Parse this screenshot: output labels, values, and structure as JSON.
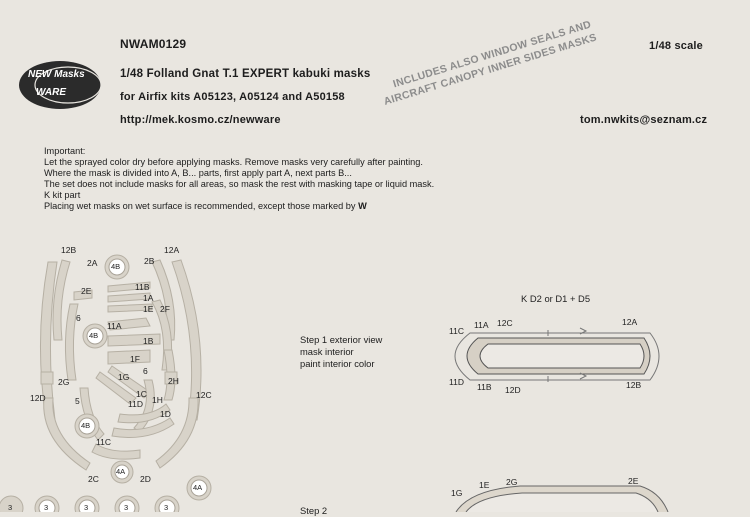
{
  "header": {
    "code": "NWAM0129",
    "title": "1/48 Folland Gnat T.1 EXPERT kabuki masks",
    "kits": "for Airfix kits A05123, A05124 and A50158",
    "url": "http://mek.kosmo.cz/newware",
    "scale": "1/48 scale",
    "email": "tom.nwkits@seznam.cz",
    "stamp_line1": "INCLUDES ALSO WINDOW SEALS AND",
    "stamp_line2": "AIRCRAFT CANOPY INNER SIDES MASKS"
  },
  "logo": {
    "line1": "NEW Masks",
    "line2": "WARE"
  },
  "important": {
    "heading": "Important:",
    "lines": [
      "Let the sprayed color dry before applying masks. Remove masks very carefully after painting.",
      "Where the mask is divided into A, B... parts, first apply part A, next parts B...",
      "The set does not include masks for all areas, so mask the rest with masking tape or liquid mask.",
      "K kit part"
    ],
    "wet_line": "Placing wet masks on wet surface is recommended, except those marked by",
    "wet_mark": "W"
  },
  "sheet_labels": {
    "l12B": "12B",
    "l12A": "12A",
    "l2A": "2A",
    "l4B_top": "4B",
    "l2B": "2B",
    "l2E": "2E",
    "l11B": "11B",
    "l1A": "1A",
    "l1E": "1E",
    "l2F": "2F",
    "l6a": "6",
    "l4B_mid": "4B",
    "l11A": "11A",
    "l1B": "1B",
    "l1F": "1F",
    "l6b": "6",
    "l1G": "1G",
    "l2G": "2G",
    "l2H": "2H",
    "l12D": "12D",
    "l5": "5",
    "l1C": "1C",
    "l1H": "1H",
    "l11D": "11D",
    "l12C": "12C",
    "l1D": "1D",
    "l4B_low": "4B",
    "l11C": "11C",
    "l4A_mid": "4A",
    "l2C": "2C",
    "l2D": "2D",
    "l4A_right": "4A",
    "c3a": "3",
    "c3b": "3",
    "c3c": "3",
    "c3d": "3",
    "c3e": "3"
  },
  "step1": {
    "title": "Step 1 exterior view",
    "line2": "mask interior",
    "line3": "paint interior color",
    "kit_ref": "K D2 or D1 + D5",
    "labels": {
      "l11C": "11C",
      "l11A": "11A",
      "l12C": "12C",
      "l12A": "12A",
      "l11D": "11D",
      "l11B": "11B",
      "l12D": "12D",
      "l12B": "12B"
    }
  },
  "step2": {
    "title": "Step 2",
    "labels": {
      "l1G": "1G",
      "l1E": "1E",
      "l2G": "2G",
      "l2E": "2E"
    }
  }
}
